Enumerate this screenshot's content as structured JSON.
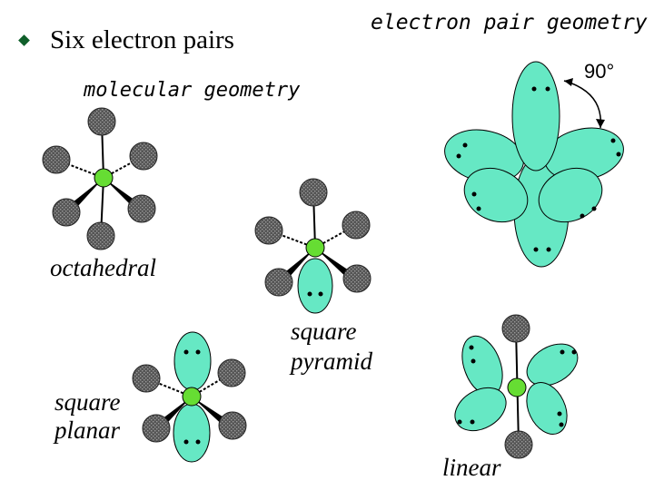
{
  "slide": {
    "bullet_text": "Six electron pairs",
    "electron_pair_geometry_label": "electron pair geometry",
    "molecular_geometry_label": "molecular geometry",
    "angle_label": "90°"
  },
  "geometries": {
    "octahedral": "octahedral",
    "square_pyramid_line1": "square",
    "square_pyramid_line2": "pyramid",
    "square_planar_line1": "square",
    "square_planar_line2": "planar",
    "linear": "linear"
  },
  "colors": {
    "lobe_fill": "#66e8c4",
    "central_atom": "#66dd33",
    "ligand_atom": "#555555",
    "bullet": "#0f5f2a"
  }
}
